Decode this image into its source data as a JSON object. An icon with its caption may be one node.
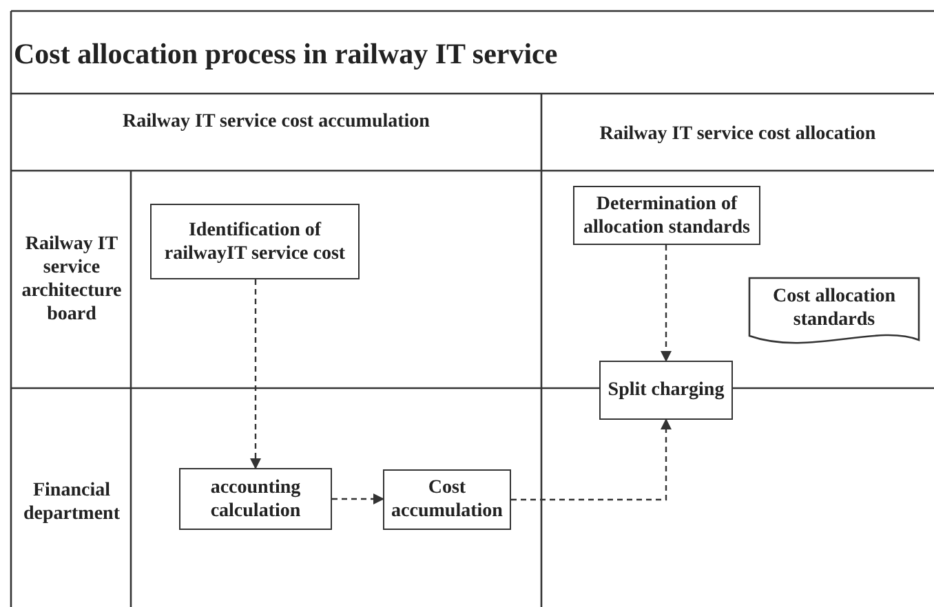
{
  "diagram": {
    "title": "Cost allocation process in railway IT service",
    "nodes": [
      {
        "text": [
          "Identification of railwayIT service cost"
        ]
      },
      {
        "text": [
          "accounting calculation"
        ]
      },
      {
        "text": [
          "Cost accumulation"
        ]
      },
      {
        "text": [
          "Determination of allocation standards"
        ]
      },
      {
        "text": [
          "Split charging"
        ]
      },
      {
        "text": [
          "Cost allocation standards"
        ]
      }
    ],
    "edges": [
      {
        "from": 0,
        "to": 1,
        "arrow": "to",
        "style": "dashed"
      },
      {
        "from": 1,
        "to": 2,
        "arrow": "to",
        "style": "dashed"
      },
      {
        "from": 2,
        "to": 4,
        "arrow": "to",
        "style": "dashed"
      },
      {
        "from": 3,
        "to": 4,
        "arrow": "to",
        "style": "dashed"
      }
    ],
    "labels": [
      "Railway IT service cost accumulation",
      "Railway IT service cost allocation",
      "Railway IT service architecture board",
      "Financial department"
    ]
  }
}
